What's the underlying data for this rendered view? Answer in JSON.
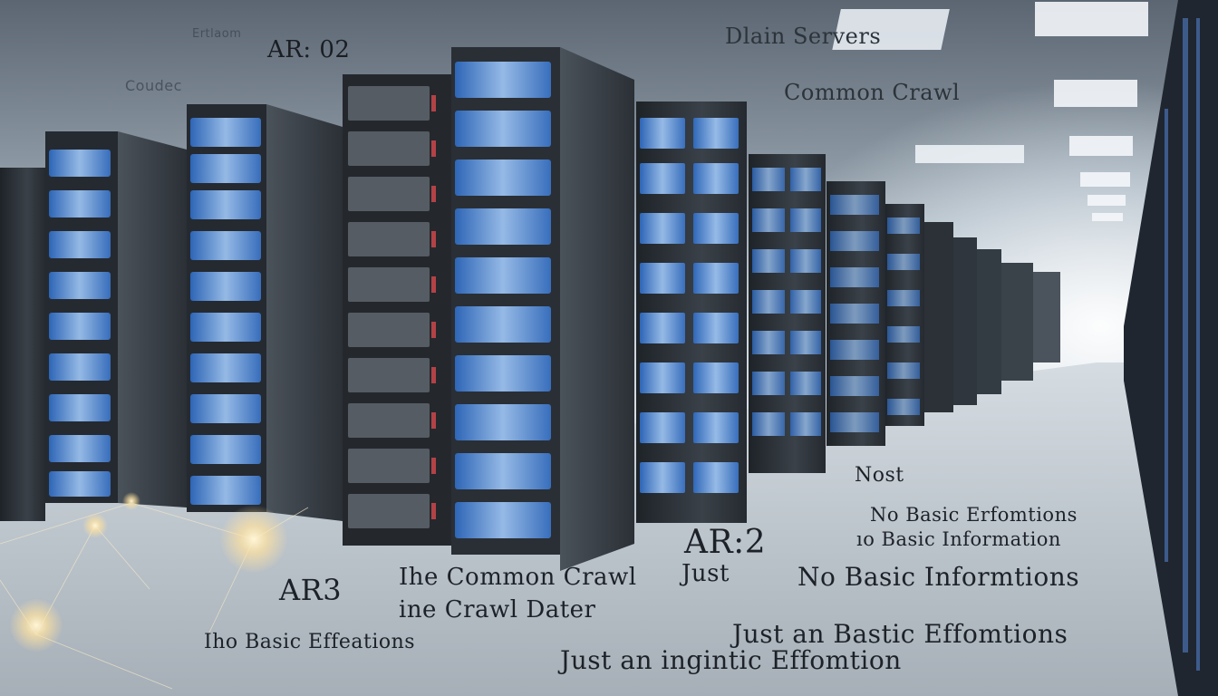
{
  "scene": {
    "description_labels": {
      "top_left_small": "Ertlaom",
      "top_left_a": "AR: 02",
      "top_left_b": "Coudec",
      "top_right_a": "Dlain Servers",
      "top_right_b": "Common Crawl",
      "mid_right_a": "Nost",
      "mid_right_b": "No Basic Erfomtions",
      "mid_right_c": "ıo Basic Information",
      "center_a": "AR:2",
      "center_b": "Just",
      "lower_right_a": "No Basic Informtions",
      "lower_right_b": "Just an Bastic Effomtions",
      "lower_right_c": "Just an ingintic Effomtion",
      "left_a": "AR3",
      "left_b": "Ihe Common Crawl",
      "left_c": "ine Crawl Dater",
      "bottom_left": "Iho Basic Effeations"
    },
    "colors": {
      "rack_dark": "#2a2f35",
      "drive_glow": "#4a8fe0",
      "floor_light": "#dfe5ea",
      "accent_red": "#c0454a"
    }
  }
}
